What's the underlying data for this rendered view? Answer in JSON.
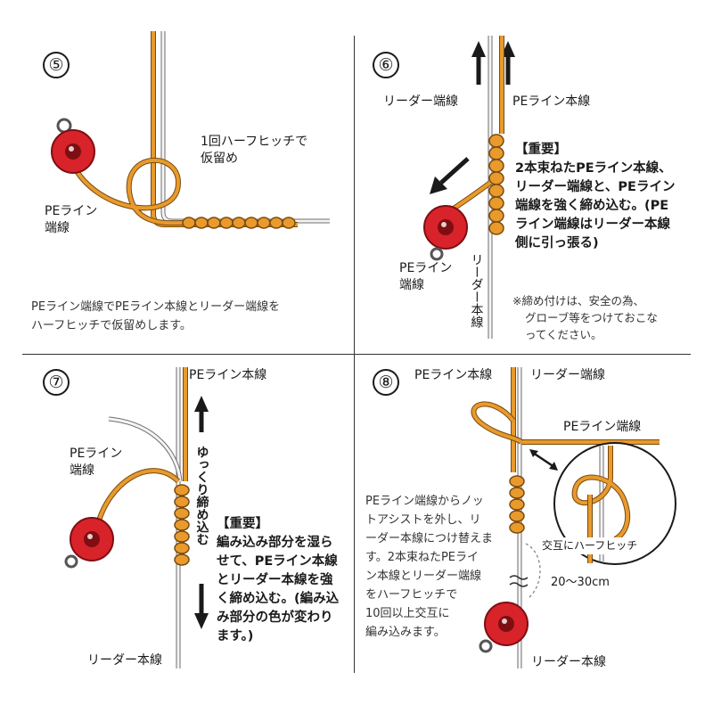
{
  "colors": {
    "pe_line": "#E89A2C",
    "pe_outline": "#7A4A10",
    "leader": "#F4F4F4",
    "leader_outline": "#6E6E6E",
    "sinker_red": "#D8232A",
    "sinker_dark": "#7E0E12"
  },
  "panel5": {
    "step": "⑤",
    "label_half_hitch_1": "1回ハーフヒッチで",
    "label_half_hitch_2": "仮留め",
    "label_pe_end_1": "PEライン",
    "label_pe_end_2": "端線",
    "desc_1": "PEライン端線でPEライン本線とリーダー端線を",
    "desc_2": "ハーフヒッチで仮留めします。"
  },
  "panel6": {
    "step": "⑥",
    "label_leader_end": "リーダー端線",
    "label_pe_main": "PEライン本線",
    "label_pe_end_1": "PEライン",
    "label_pe_end_2": "端線",
    "label_leader_main": "リーダー本線",
    "important": [
      "【重要】",
      "2本束ねたPEライン本線、",
      "リーダー端線と、PEライン",
      "端線を強く締め込む。(PE",
      "ライン端線はリーダー本線",
      "側に引っ張る)"
    ],
    "note": [
      "※締め付けは、安全の為、",
      "グローブ等をつけておこな",
      "ってください。"
    ]
  },
  "panel7": {
    "step": "⑦",
    "label_pe_main": "PEライン本線",
    "label_pe_end_1": "PEライン",
    "label_pe_end_2": "端線",
    "label_slow_tighten": "ゆっくり締め込む",
    "label_leader_main": "リーダー本線",
    "important": [
      "【重要】",
      "編み込み部分を湿ら",
      "せて、PEライン本線",
      "とリーダー本線を強",
      "く締め込む。(編み込",
      "み部分の色が変わり",
      "ます。)"
    ]
  },
  "panel8": {
    "step": "⑧",
    "label_pe_main": "PEライン本線",
    "label_leader_end": "リーダー端線",
    "label_pe_end": "PEライン端線",
    "label_alternate": "交互にハーフヒッチ",
    "label_length": "20〜30cm",
    "label_leader_main": "リーダー本線",
    "desc": [
      "PEライン端線からノッ",
      "トアシストを外し、リ",
      "ーダー本線につけ替えま",
      "す。2本束ねたPEライ",
      "ン本線とリーダー端線",
      "をハーフヒッチで",
      "10回以上交互に",
      "編み込みます。"
    ]
  }
}
